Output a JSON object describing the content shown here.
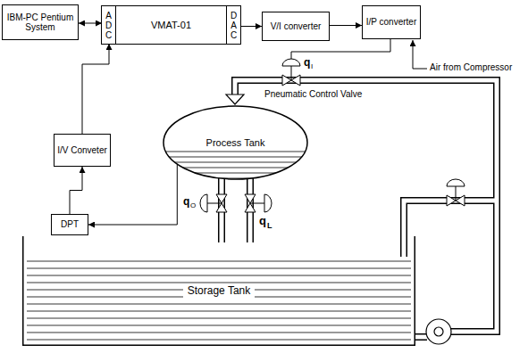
{
  "diagram": {
    "nodes": [
      {
        "text": [
          "IBM-PC Pentium System"
        ]
      },
      {
        "text": [
          "VMAT-01"
        ]
      },
      {
        "text": [
          "ADC"
        ],
        "in": 1
      },
      {
        "text": [
          "DAC"
        ],
        "in": 1
      },
      {
        "text": [
          "V/I converter"
        ]
      },
      {
        "text": [
          "I/P converter"
        ]
      },
      {
        "text": [
          "I/V Conveter"
        ]
      },
      {
        "text": [
          "Process Tank"
        ]
      },
      {
        "text": [
          "DPT"
        ]
      },
      {
        "text": [
          "Storage Tank"
        ]
      }
    ],
    "edges": [
      {
        "from": 0,
        "to": 2,
        "arrow": "both"
      },
      {
        "from": 3,
        "to": 4,
        "arrow": "to"
      },
      {
        "from": 4,
        "to": 5,
        "arrow": "to"
      },
      {
        "from": 7,
        "to": 8,
        "arrow": "to"
      },
      {
        "from": 8,
        "to": 6,
        "arrow": "to"
      },
      {
        "from": 6,
        "to": 2,
        "arrow": "to"
      }
    ],
    "labels": [
      "q",
      "I",
      "Pneumatic Control Valve",
      "Air from Compressor",
      "q",
      "O",
      "q",
      "L"
    ]
  }
}
